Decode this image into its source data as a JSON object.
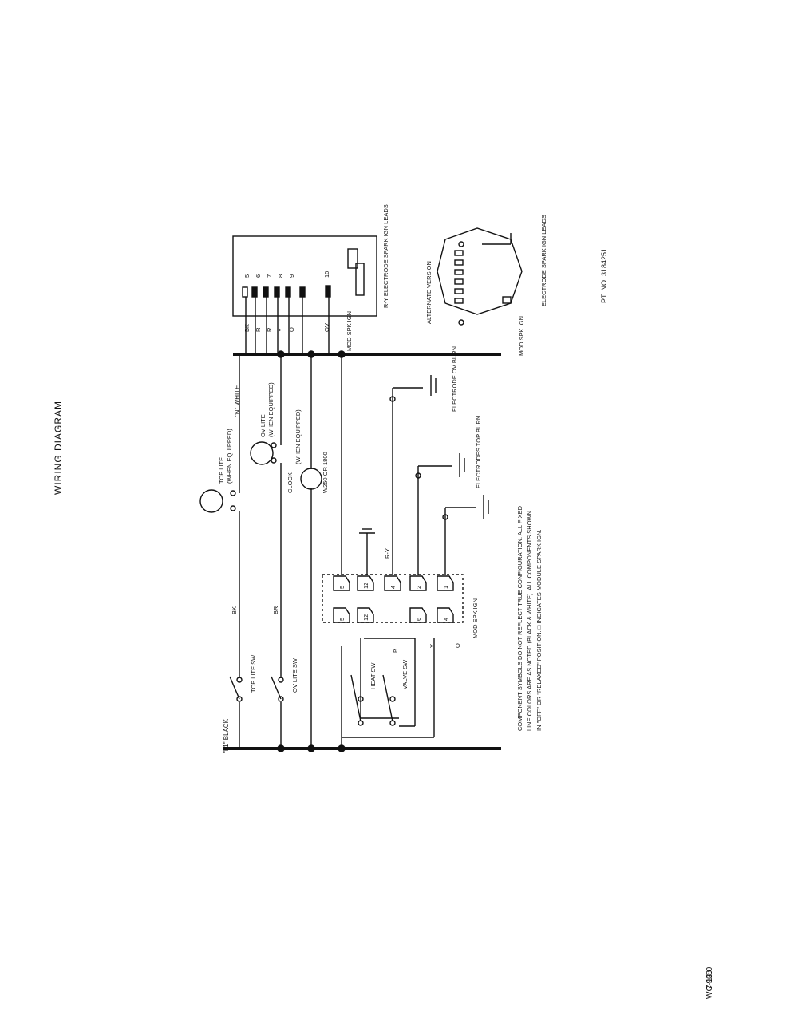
{
  "title": "WIRING DIAGRAM",
  "footer": {
    "line1": "7-19.0",
    "line2": "WC 908"
  },
  "labels": {
    "l1_black": "\"L1\" BLACK",
    "n_white": "\"N\" WHITE",
    "top_lite_sw": "TOP LITE SW",
    "ov_lite_sw": "OV LITE SW",
    "top_lite": "TOP LITE",
    "top_lite_note": "(WHEN EQUIPPED)",
    "ov_lite": "OV LITE",
    "ov_lite_note": "(WHEN EQUIPPED)",
    "clock": "CLOCK",
    "clock_note": "(WHEN EQUIPPED)",
    "clock_part": "W250 OR 1800",
    "bk": "BK",
    "bk2": "BK",
    "br": "BR",
    "heat_sw": "HEAT SW",
    "valve_sw": "VALVE SW",
    "y": "Y",
    "o": "O",
    "r": "R",
    "ry": "R-Y",
    "mod_spk_ign": "MOD SPK IGN",
    "mod_spk_ign_top": "MOD SPK IGN",
    "mod_spk_ign_mid": "MOD SPK IGN",
    "electrode_ov": "ELECTRODE OV BURN",
    "electrodes_top": "ELECTRODES TOP BURN",
    "ry_electrode": "R-Y ELECTRODE SPARK IGN LEADS",
    "alternate_version": "ALTERNATE VERSION",
    "electrode_leads": "ELECTRODE SPARK IGN LEADS",
    "pt_no": "PT. NO. 3184251",
    "note1": "COMPONENT SYMBOLS DO NOT REFLECT TRUE CONFIGURATION. ALL FIXED",
    "note2": "LINE COLORS ARE AS NOTED (BLACK & WHITE). ALL COMPONENTS SHOWN",
    "note3": "IN \"OFF\" OR \"RELAXED\" POSITION. □ INDICATES MODULE SPARK IGN."
  },
  "terminal_numbers": [
    "5",
    "12",
    "4",
    "2",
    "1"
  ],
  "terminal_numbers_lower": [
    "5",
    "12",
    "6",
    "4"
  ],
  "module_pins": [
    "5",
    "6",
    "7",
    "8",
    "9",
    "10"
  ],
  "module_wires": [
    "BK",
    "R",
    "R",
    "Y",
    "O",
    "OV"
  ]
}
